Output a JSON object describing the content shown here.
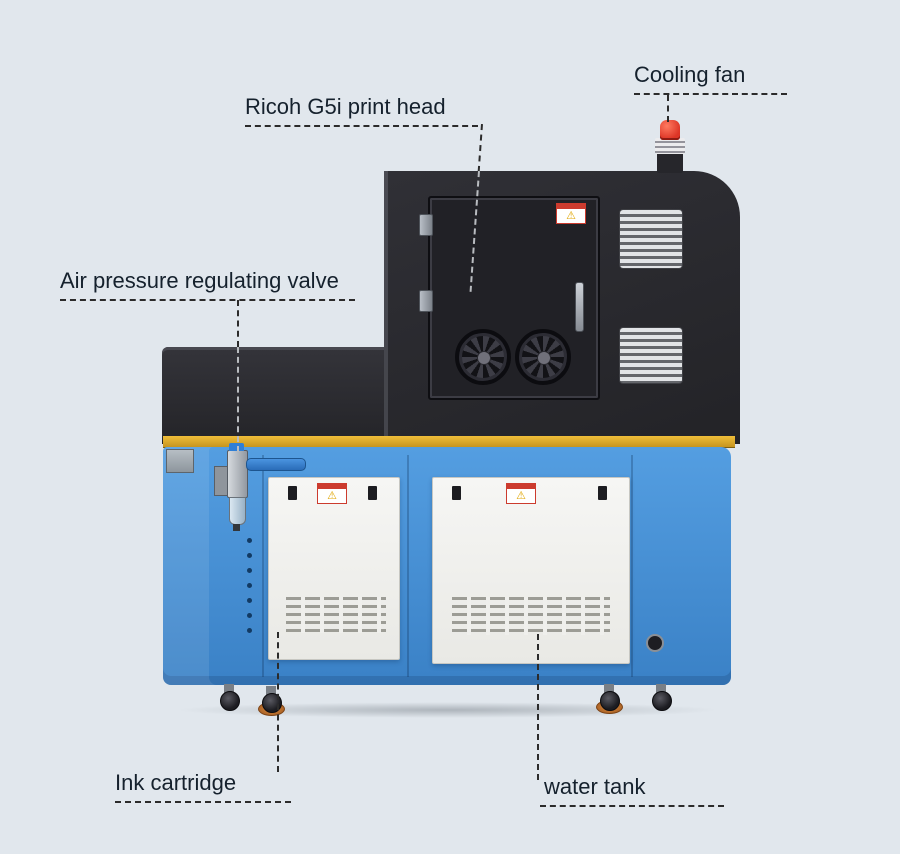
{
  "labels": {
    "cooling_fan": "Cooling fan",
    "print_head": "Ricoh G5i print head",
    "air_valve": "Air pressure regulating valve",
    "ink_cartridge": "Ink cartridge",
    "water_tank": "water tank"
  },
  "icons": {
    "warning": "⚠"
  },
  "colors": {
    "background": "#e1e7ed",
    "machine_dark": "#2a2a2f",
    "machine_blue": "#4690d5",
    "accent_yellow": "#e2ab2c",
    "panel_white": "#f3f3f1",
    "beacon_red": "#dd3526",
    "label_text": "#15212d"
  }
}
